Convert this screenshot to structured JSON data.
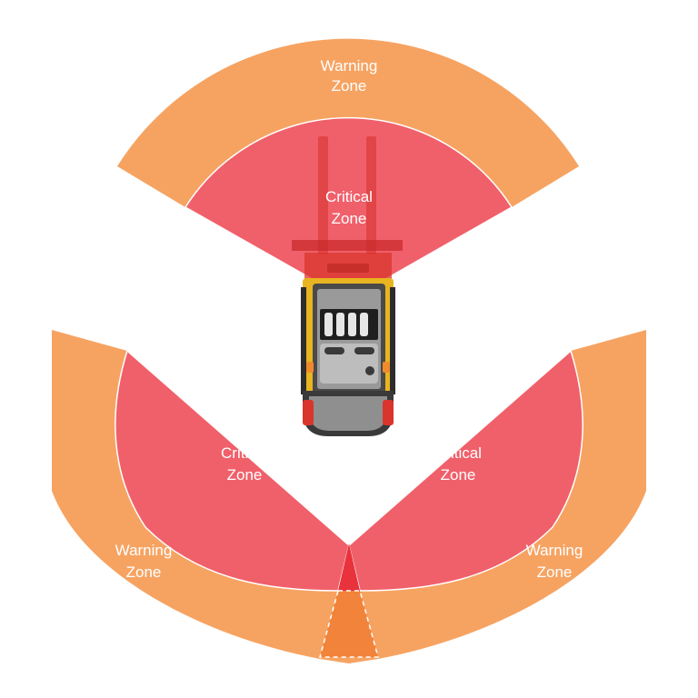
{
  "zones": {
    "front": {
      "warning": {
        "line1": "Warning",
        "line2": "Zone"
      },
      "critical": {
        "line1": "Critical",
        "line2": "Zone"
      }
    },
    "rear_left": {
      "warning": {
        "line1": "Warning",
        "line2": "Zone"
      },
      "critical": {
        "line1": "Critical",
        "line2": "Zone"
      }
    },
    "rear_right": {
      "warning": {
        "line1": "Warning",
        "line2": "Zone"
      },
      "critical": {
        "line1": "Critical",
        "line2": "Zone"
      }
    }
  },
  "colors": {
    "warning": "#f6a362",
    "critical": "#f0606a",
    "overlap": "#f2833a",
    "vehicle_body": "#e8b420",
    "vehicle_red": "#d9352d"
  },
  "icons": {
    "vehicle": "forklift-top-view-icon"
  }
}
